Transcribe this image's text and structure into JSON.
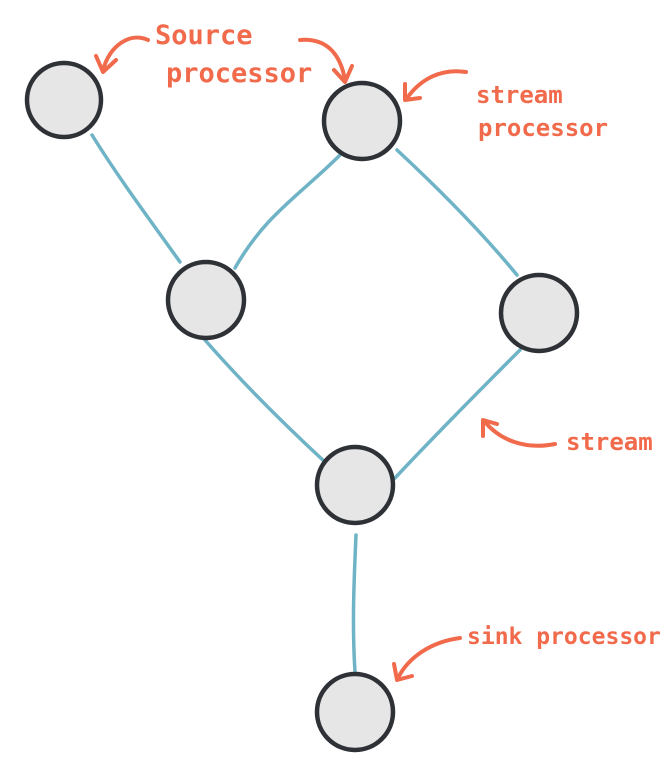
{
  "diagram": {
    "labels": {
      "source": [
        "Source",
        "processor"
      ],
      "stream_processor": [
        "stream",
        "processor"
      ],
      "stream": "stream",
      "sink": "sink processor"
    },
    "nodes": [
      {
        "id": "source-node",
        "role": "source processor"
      },
      {
        "id": "stream-processor-node",
        "role": "stream processor"
      },
      {
        "id": "middle-left-node",
        "role": "processor"
      },
      {
        "id": "middle-right-node",
        "role": "processor"
      },
      {
        "id": "merge-node",
        "role": "processor"
      },
      {
        "id": "sink-node",
        "role": "sink processor"
      }
    ],
    "edges": [
      [
        "source-node",
        "middle-left-node"
      ],
      [
        "stream-processor-node",
        "middle-left-node"
      ],
      [
        "stream-processor-node",
        "middle-right-node"
      ],
      [
        "middle-left-node",
        "merge-node"
      ],
      [
        "middle-right-node",
        "merge-node"
      ],
      [
        "merge-node",
        "sink-node"
      ]
    ],
    "colors": {
      "node_fill": "#e6e6e6",
      "node_stroke": "#2e3136",
      "edge": "#6fb3c6",
      "annotation": "#f16a4b"
    }
  }
}
